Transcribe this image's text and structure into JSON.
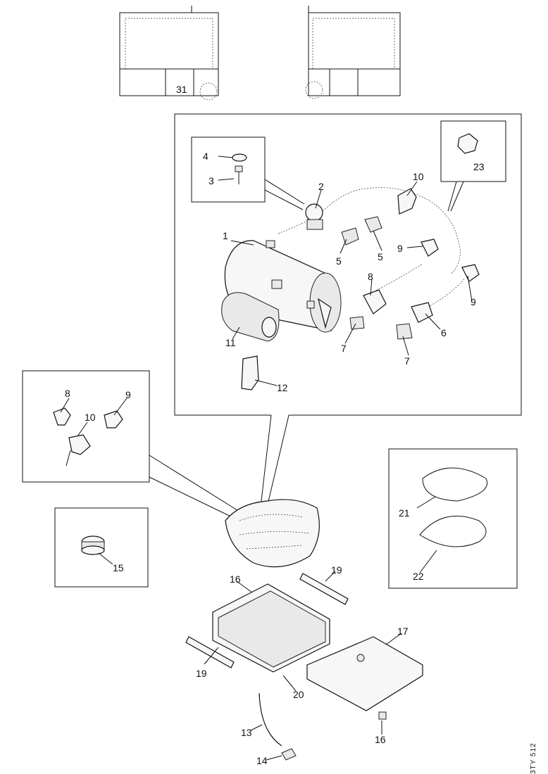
{
  "diagram": {
    "drawing_code": "3TY 512",
    "callouts": {
      "c1": "1",
      "c2": "2",
      "c3": "3",
      "c4": "4",
      "c5a": "5",
      "c5b": "5",
      "c6": "6",
      "c7a": "7",
      "c7b": "7",
      "c8a": "8",
      "c8b": "8",
      "c9a": "9",
      "c9b": "9",
      "c9c": "9",
      "c10a": "10",
      "c10b": "10",
      "c11": "11",
      "c12": "12",
      "c13": "13",
      "c14": "14",
      "c15": "15",
      "c16a": "16",
      "c16b": "16",
      "c17": "17",
      "c19a": "19",
      "c19b": "19",
      "c20": "20",
      "c21": "21",
      "c22": "22",
      "c23": "23"
    }
  }
}
